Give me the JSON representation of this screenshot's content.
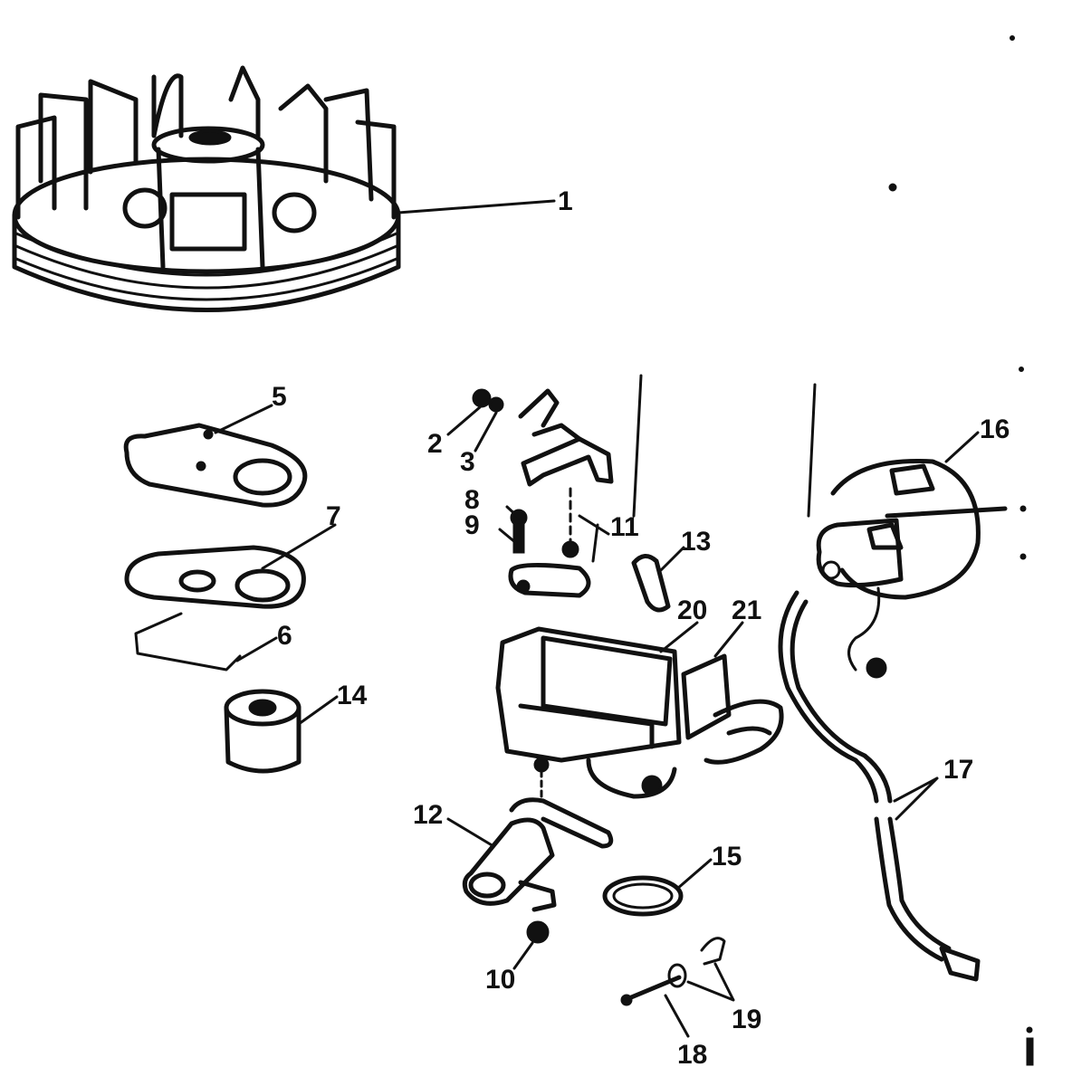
{
  "callouts": {
    "c1": "1",
    "c2": "2",
    "c3": "3",
    "c5": "5",
    "c6": "6",
    "c7": "7",
    "c8": "8",
    "c9": "9",
    "c10": "10",
    "c11": "11",
    "c12": "12",
    "c13": "13",
    "c14": "14",
    "c15": "15",
    "c16": "16",
    "c17": "17",
    "c18": "18",
    "c19": "19",
    "c20": "20",
    "c21": "21"
  },
  "ink_color": "#111111",
  "background_color": "#ffffff"
}
